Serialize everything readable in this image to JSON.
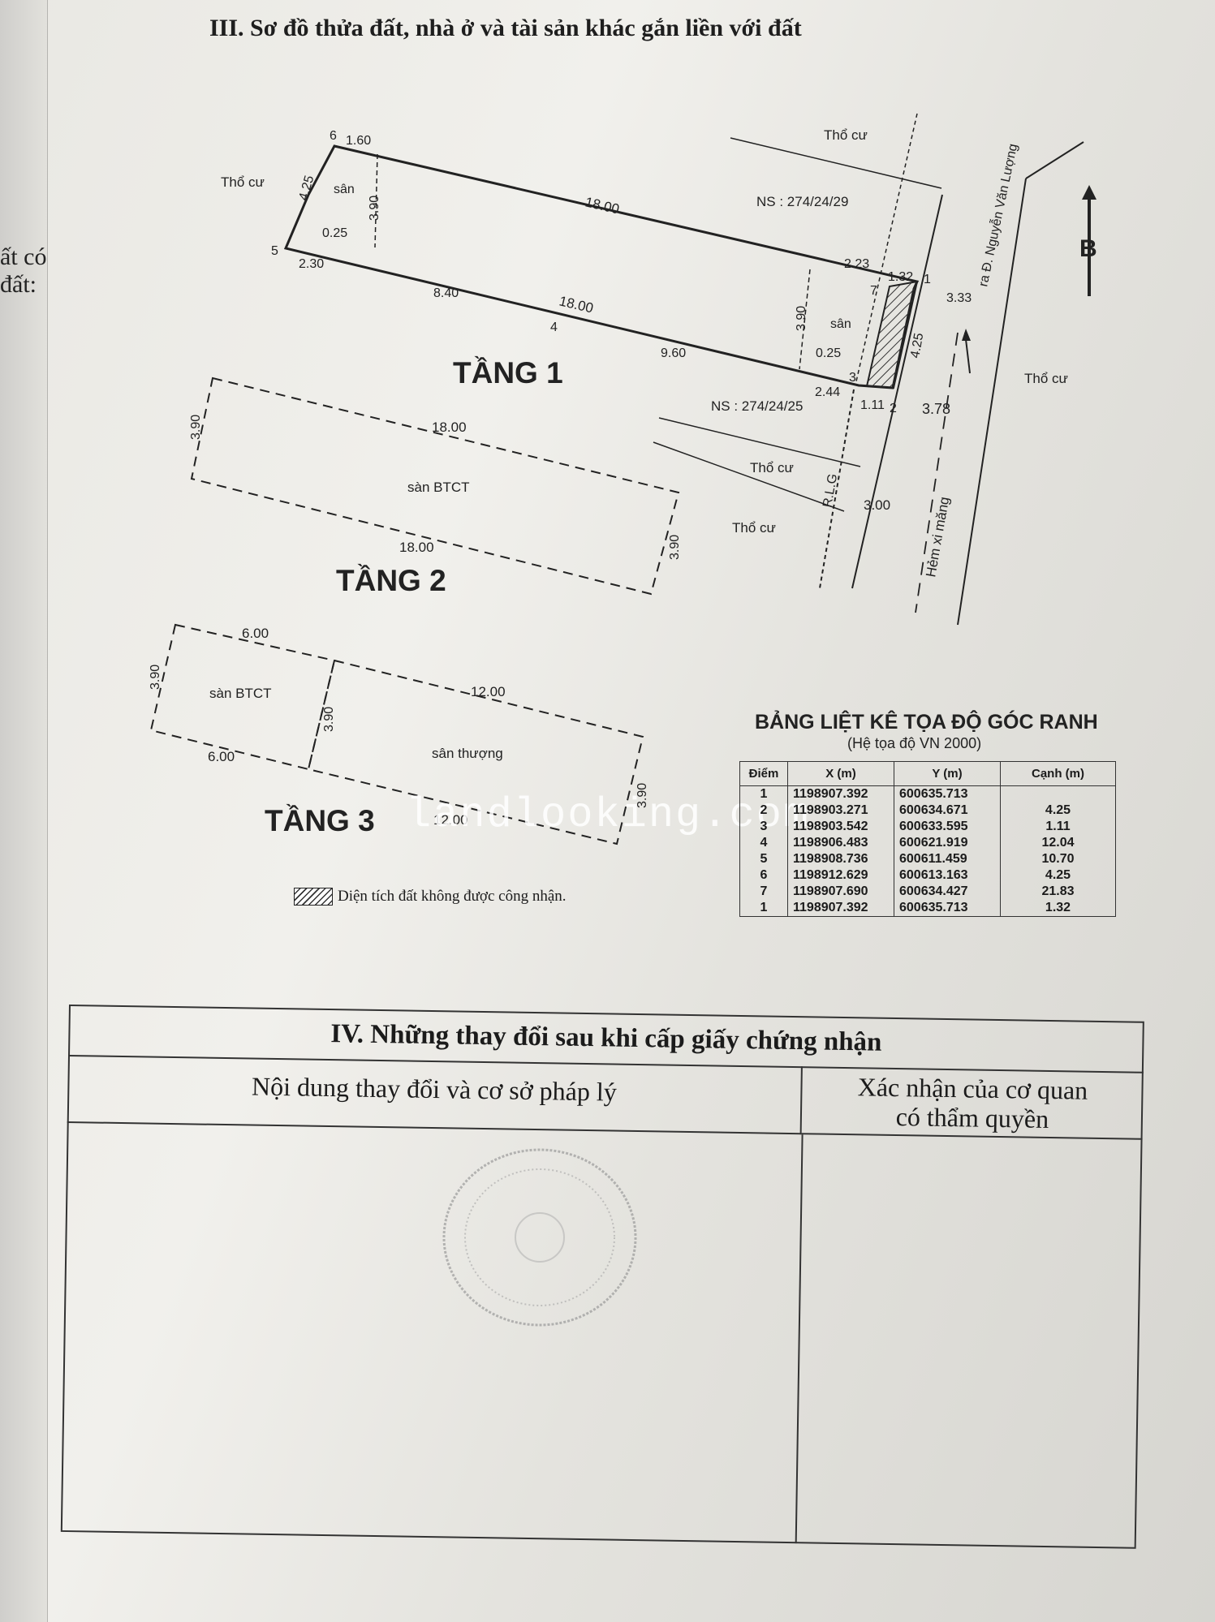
{
  "left_margin": {
    "line1": "ất có",
    "line2": "đất:"
  },
  "section3": {
    "title": "III. Sơ đồ thửa đất, nhà ở và tài sản khác gắn liền với đất"
  },
  "plan": {
    "floor1": "TẦNG 1",
    "floor2": "TẦNG 2",
    "floor3": "TẦNG 3",
    "labels": {
      "tho_cu": "Thổ cư",
      "san": "sân",
      "san_btct": "sàn BTCT",
      "san_thuong": "sân thượng",
      "ns_top": "NS : 274/24/29",
      "ns_bottom": "NS : 274/24/25",
      "street": "ra Đ. Nguyễn Văn Lượng",
      "alley": "Hẻm xi măng",
      "rlg": "R.L.G",
      "north": "B"
    },
    "dims": {
      "d160": "1.60",
      "d425": "4.25",
      "d390": "3.90",
      "d025": "0.25",
      "d230": "2.30",
      "d1800": "18.00",
      "d840": "8.40",
      "d960": "9.60",
      "d223": "2.23",
      "d132": "1.32",
      "d333": "3.33",
      "d244": "2.44",
      "d111": "1.11",
      "d378": "3.78",
      "d300": "3.00",
      "d600": "6.00",
      "d1200": "12.00",
      "d4": "4"
    },
    "points": {
      "p1": "1",
      "p2": "2",
      "p3": "3",
      "p5": "5",
      "p6": "6",
      "p7": "7"
    }
  },
  "table": {
    "title": "BẢNG LIỆT KÊ TỌA ĐỘ GÓC RANH",
    "subtitle": "(Hệ tọa độ VN 2000)",
    "headers": [
      "Điểm",
      "X (m)",
      "Y (m)",
      "Cạnh (m)"
    ],
    "rows": [
      {
        "pt": "1",
        "x": "1198907.392",
        "y": "600635.713",
        "edge": ""
      },
      {
        "pt": "2",
        "x": "1198903.271",
        "y": "600634.671",
        "edge": "4.25"
      },
      {
        "pt": "3",
        "x": "1198903.542",
        "y": "600633.595",
        "edge": "1.11"
      },
      {
        "pt": "4",
        "x": "1198906.483",
        "y": "600621.919",
        "edge": "12.04"
      },
      {
        "pt": "5",
        "x": "1198908.736",
        "y": "600611.459",
        "edge": "10.70"
      },
      {
        "pt": "6",
        "x": "1198912.629",
        "y": "600613.163",
        "edge": "4.25"
      },
      {
        "pt": "7",
        "x": "1198907.690",
        "y": "600634.427",
        "edge": "21.83"
      },
      {
        "pt": "1",
        "x": "1198907.392",
        "y": "600635.713",
        "edge": "1.32"
      }
    ]
  },
  "legend": {
    "text": "Diện tích đất không được công nhận."
  },
  "watermark": "landlooking.com",
  "section4": {
    "title": "IV. Những thay đổi sau khi cấp giấy chứng nhận",
    "col1": "Nội dung thay đổi và cơ sở pháp lý",
    "col2_line1": "Xác nhận của cơ quan",
    "col2_line2": "có thẩm quyền"
  }
}
